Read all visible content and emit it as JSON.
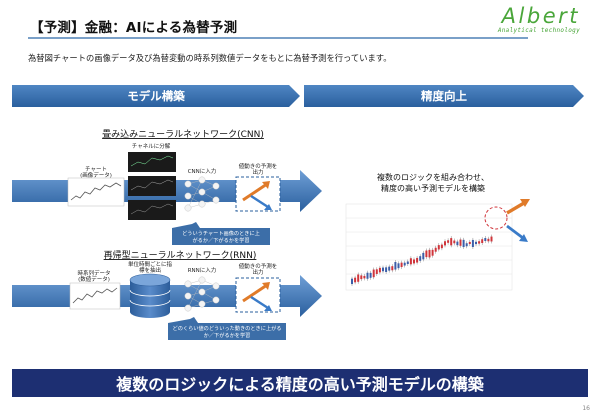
{
  "header": {
    "title": "【予測】金融：AIによる為替予測",
    "brand_name": "Albert",
    "brand_tagline": "Analytical technology"
  },
  "subtitle": "為替図チャートの画像データ及び為替変動の時系列数値データをもとに為替予測を行っています。",
  "sections": {
    "left_label": "モデル構築",
    "right_label": "精度向上"
  },
  "cnn": {
    "title": "畳み込みニューラルネットワーク(CNN)",
    "input_label_line1": "チャート",
    "input_label_line2": "(画像データ)",
    "channel_label": "チャネルに分解",
    "input_to_label": "CNNに入力",
    "output_label_line1": "値動きの予測を",
    "output_label_line2": "出力",
    "note_line1": "どういうチャート画像のときに上",
    "note_line2": "がるか／下がるかを学習"
  },
  "rnn": {
    "title": "再帰型ニューラルネットワーク(RNN)",
    "input_label_line1": "時系列データ",
    "input_label_line2": "(数値データ)",
    "unit_label_line1": "単位時間ごとに指",
    "unit_label_line2": "標を抽出",
    "input_to_label": "RNNに入力",
    "output_label_line1": "値動きの予測を",
    "output_label_line2": "出力",
    "note_line1": "どのくらい値のどういった動きのときに上がる",
    "note_line2": "か／下がるかを学習"
  },
  "precision": {
    "callout_line1": "複数のロジックを組み合わせ、",
    "callout_line2": "精度の高い予測モデルを構築"
  },
  "colors": {
    "accent_blue": "#2a5f9e",
    "brand_green": "#4aa63a",
    "banner_navy": "#1d2f72",
    "arrow_orange": "#e07b2a",
    "candle_red": "#d0343a"
  },
  "banner": "複数のロジックによる精度の高い予測モデルの構築",
  "page_number": "16"
}
